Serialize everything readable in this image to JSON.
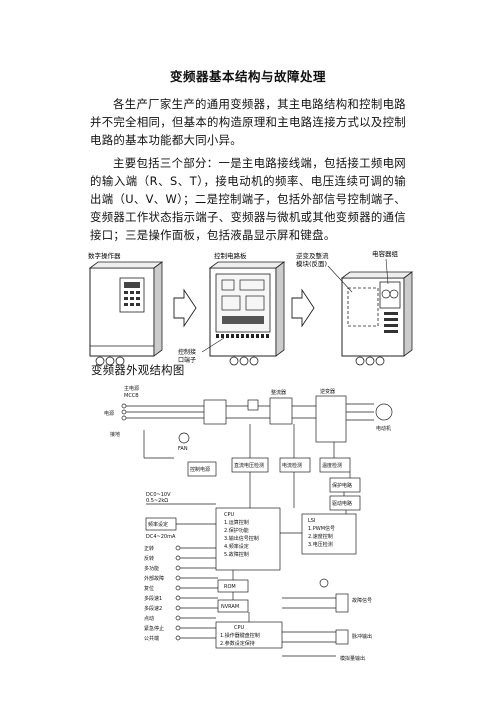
{
  "document": {
    "title": "变频器基本结构与故障处理",
    "paragraphs": [
      "各生产厂家生产的通用变频器，其主电路结构和控制电路并不完全相同，但基本的构造原理和主电路连接方式以及控制电路的基本功能都大同小异。",
      "主要包括三个部分：一是主电路接线端，包括接工频电网的输入端（R、S、T），接电动机的频率、电压连续可调的输出端（U、V、W）；二是控制端子，包括外部信号控制端子、变频器工作状态指示端子、变频器与微机或其他变频器的通信接口；三是操作面板，包括液晶显示屏和键盘。"
    ],
    "figure_caption": "变频器外观结构图"
  },
  "figure1": {
    "labels": {
      "operator": "数字操作器",
      "control_board": "控制电路板",
      "inverter_module": "逆变及整流",
      "inverter_module_2": "模块(反面)",
      "capacitor": "电容器组",
      "terminal_1": "控制接",
      "terminal_2": "口端子"
    }
  },
  "figure2": {
    "labels": {
      "main_power": "主电源",
      "mccb": "MCCB",
      "power": "电源",
      "ground": "接地",
      "rect": "整流器",
      "inverter": "逆变器",
      "motor": "电动机",
      "fan": "FAN",
      "ctrl_power": "控制电源",
      "dc_detect": "直流电压检测",
      "current_detect": "电流检测",
      "temp_detect": "温度检测",
      "protect_circuit": "保护电路",
      "drive_circuit": "驱动电路",
      "freq_setting": "频率设定",
      "cpu_main": "CPU",
      "cpu_lines": [
        "1.运算控制",
        "2.保护功能",
        "3.输出信号控制",
        "4.频率设定",
        "5.故障控制"
      ],
      "lsi_main": "LSI",
      "lsi_lines": [
        "1.PWM信号",
        "2.速度控制",
        "3.电压检测"
      ],
      "rom": "ROM",
      "nvram": "NVRAM",
      "cpu2_main": "CPU",
      "cpu2_lines": [
        "1.操作器键盘控制",
        "2.参数设定保持"
      ],
      "dc_range_1": "DC0~10V",
      "dc_range_2": "0.5~2kΩ",
      "dc_range_3": "DC4~20mA",
      "fault_out": "故障信号",
      "pulse_out": "脉冲输出",
      "analog_out": "模拟量输出",
      "inputs": [
        "正转",
        "反转",
        "多功能",
        "外部故障",
        "复位",
        "多段速1",
        "多段速2",
        "点动",
        "紧急停止",
        "公共端"
      ]
    }
  }
}
